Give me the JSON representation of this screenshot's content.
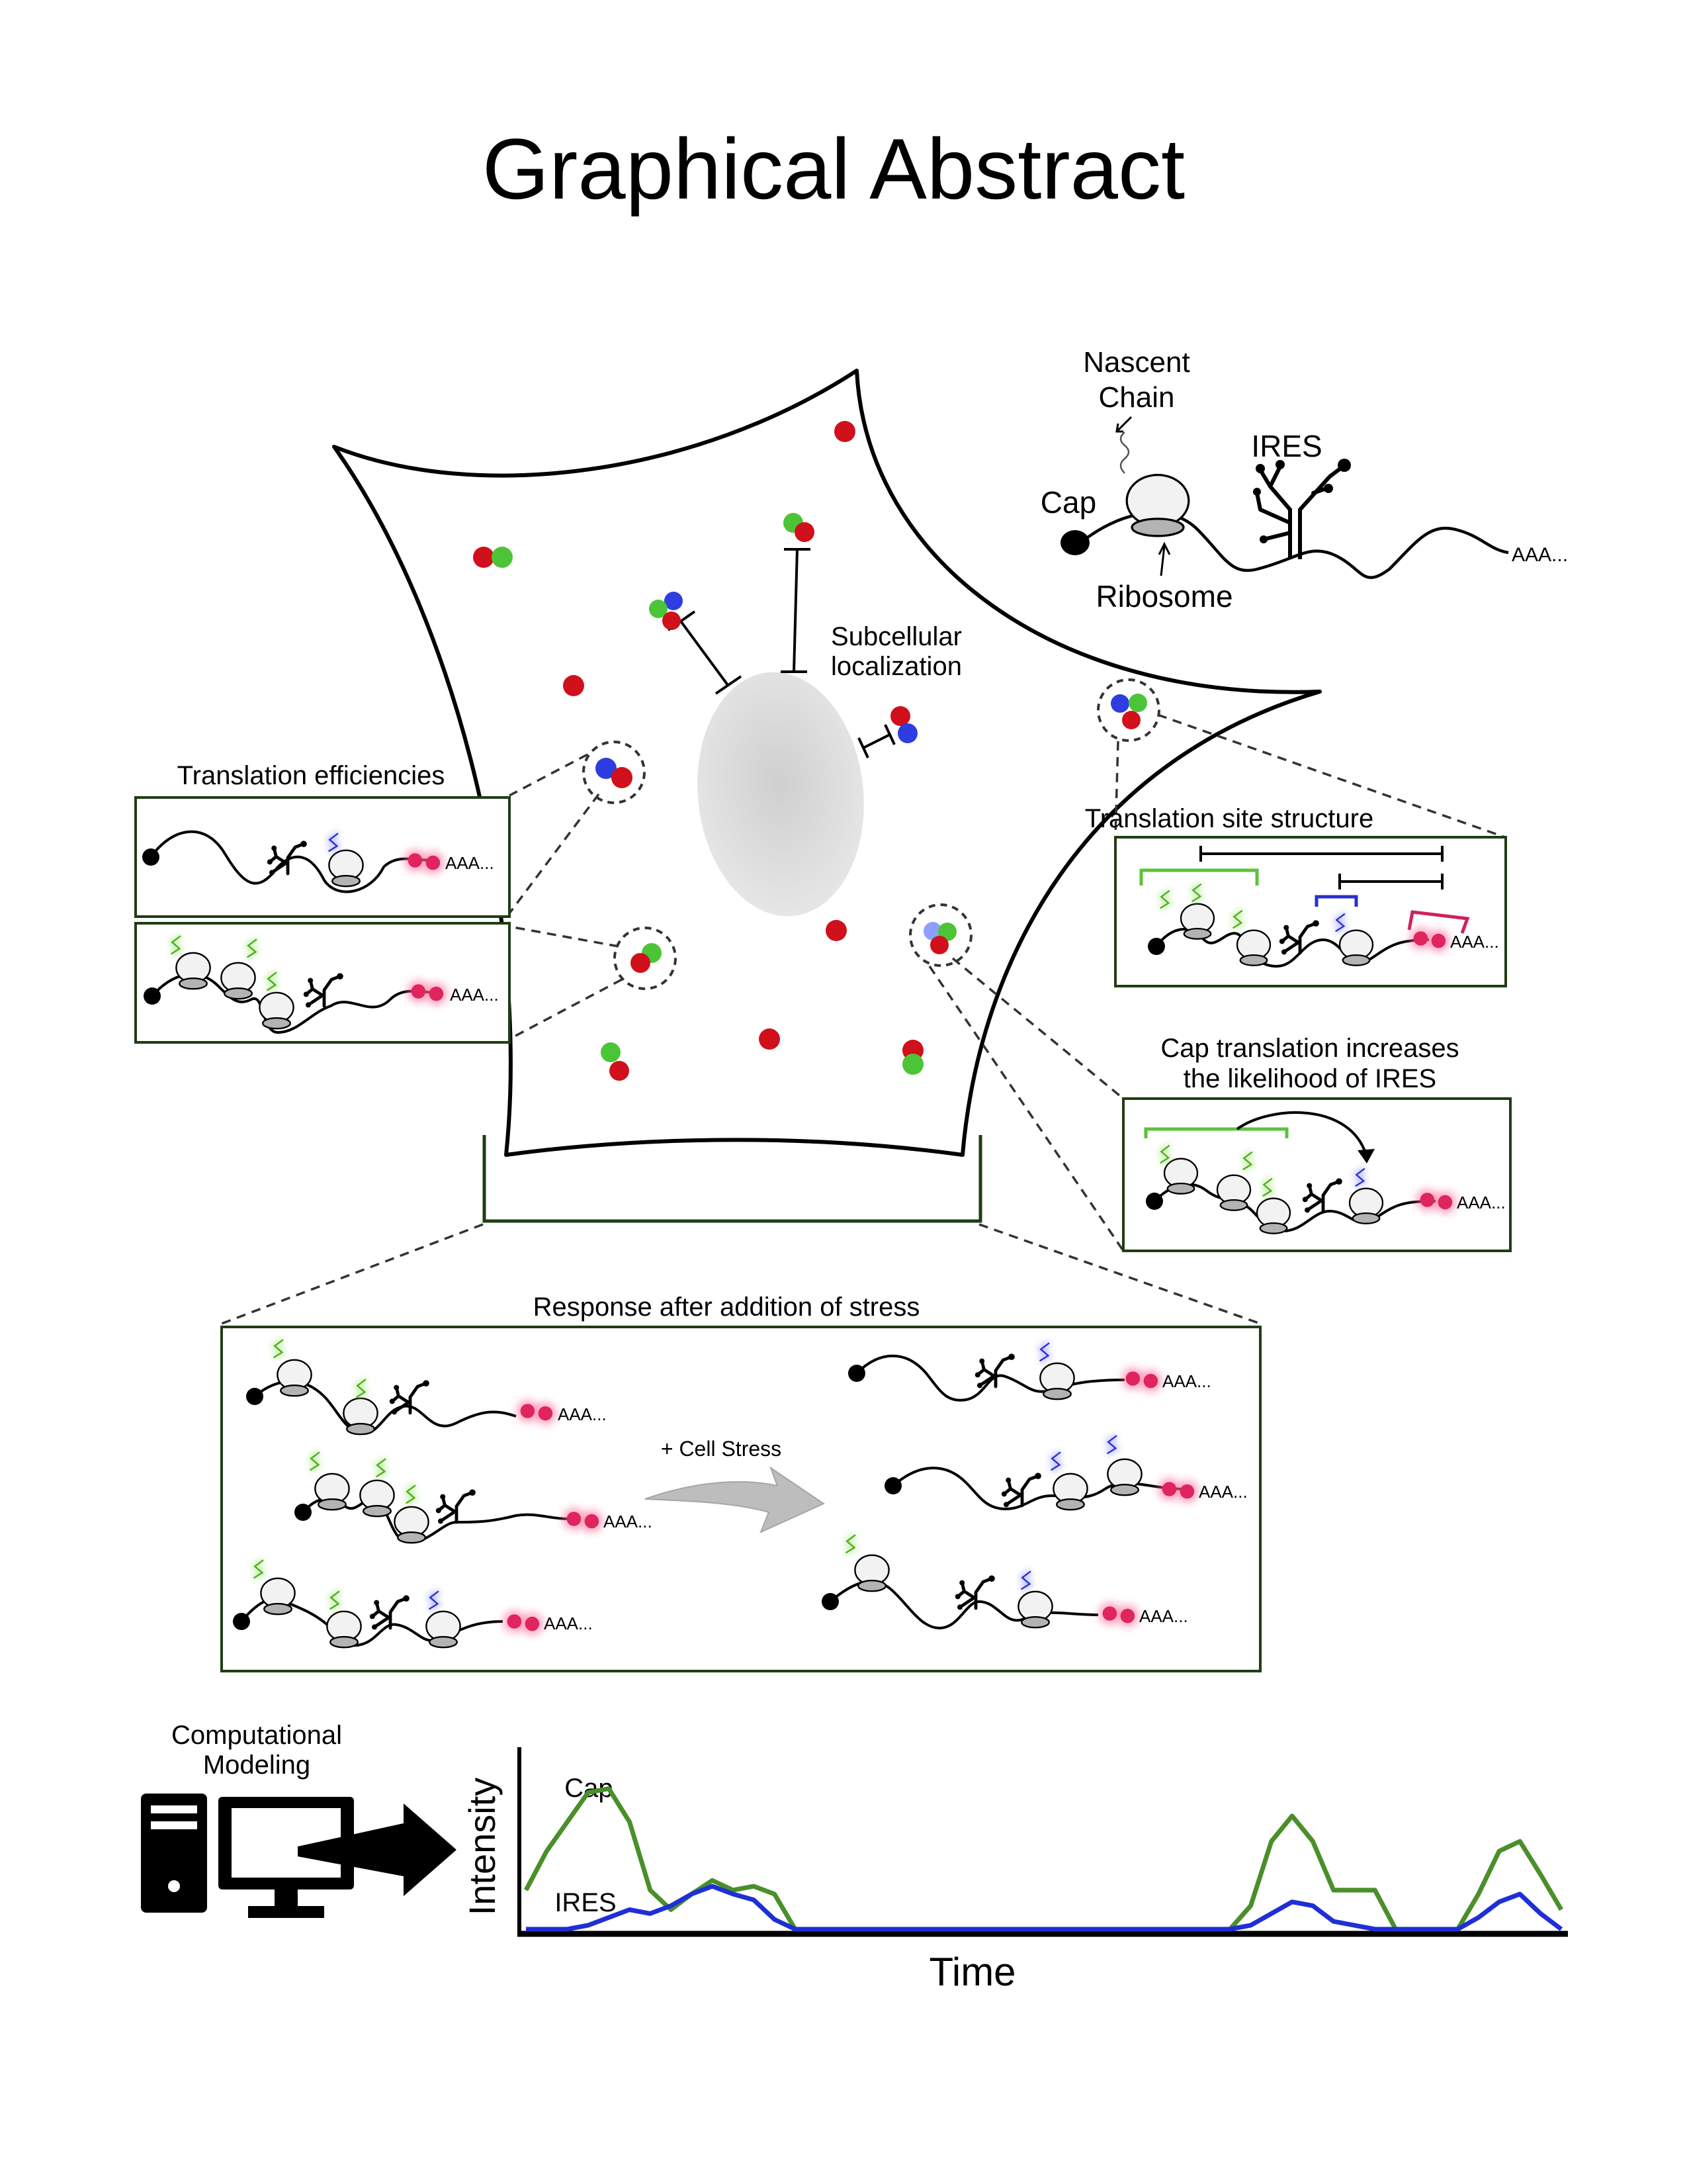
{
  "title": "Graphical Abstract",
  "legend": {
    "nascent_chain": [
      "Nascent",
      "Chain"
    ],
    "cap": "Cap",
    "ires": "IRES",
    "ribosome": "Ribosome",
    "polya": "AAA..."
  },
  "cell": {
    "subcellular_localization": [
      "Subcellular",
      "localization"
    ]
  },
  "panels": {
    "translation_efficiencies": "Translation  efficiencies",
    "translation_site_structure": "Translation site structure",
    "cap_translation": [
      "Cap translation  increases",
      "the likelihood  of IRES"
    ],
    "response_stress": "Response after addition of stress",
    "cell_stress": "+ Cell Stress",
    "polya": "AAA..."
  },
  "modeling": {
    "label": [
      "Computational",
      "Modeling"
    ]
  },
  "chart_data": {
    "type": "line",
    "title": "",
    "xlabel": "Time",
    "ylabel": "Intensity",
    "xlim": [
      0,
      100
    ],
    "ylim": [
      0,
      100
    ],
    "grid": false,
    "series": [
      {
        "name": "Cap",
        "color": "#4a8f2a",
        "x": [
          0,
          2,
          4,
          6,
          8,
          10,
          12,
          14,
          16,
          18,
          20,
          22,
          24,
          26,
          28,
          30,
          32,
          35,
          40,
          50,
          60,
          65,
          68,
          70,
          72,
          74,
          76,
          78,
          80,
          82,
          84,
          86,
          88,
          90,
          92,
          94,
          96,
          98,
          100
        ],
        "y": [
          20,
          40,
          55,
          70,
          72,
          55,
          20,
          10,
          18,
          25,
          20,
          22,
          18,
          0,
          0,
          0,
          0,
          0,
          0,
          0,
          0,
          0,
          0,
          12,
          45,
          58,
          45,
          20,
          20,
          20,
          0,
          0,
          0,
          0,
          18,
          40,
          45,
          28,
          10
        ]
      },
      {
        "name": "IRES",
        "color": "#1f2fd6",
        "x": [
          0,
          2,
          4,
          6,
          8,
          10,
          12,
          14,
          16,
          18,
          20,
          22,
          24,
          26,
          28,
          30,
          32,
          35,
          40,
          50,
          60,
          65,
          68,
          70,
          72,
          74,
          76,
          78,
          80,
          82,
          84,
          86,
          88,
          90,
          92,
          94,
          96,
          98,
          100
        ],
        "y": [
          0,
          0,
          0,
          2,
          6,
          10,
          8,
          12,
          18,
          22,
          18,
          15,
          5,
          0,
          0,
          0,
          0,
          0,
          0,
          0,
          0,
          0,
          0,
          2,
          8,
          14,
          12,
          4,
          2,
          0,
          0,
          0,
          0,
          0,
          6,
          14,
          18,
          8,
          0
        ]
      }
    ]
  }
}
